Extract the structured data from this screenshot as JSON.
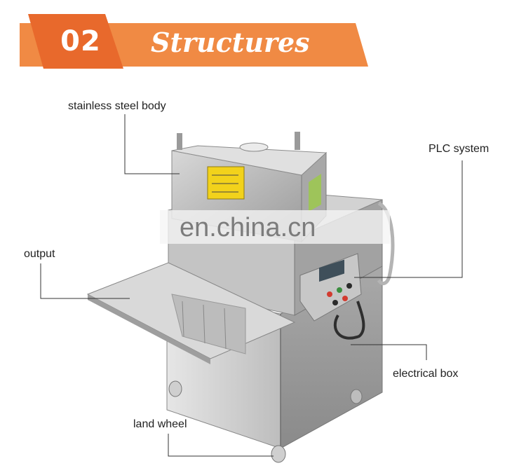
{
  "header": {
    "number": "02",
    "title": "Structures",
    "colors": {
      "dark_orange": "#e8692c",
      "light_orange": "#f08a44"
    }
  },
  "watermark": "en.china.cn",
  "callouts": {
    "body": "stainless steel body",
    "plc": "PLC system",
    "output": "output",
    "electrical": "electrical box",
    "wheel": "land wheel"
  },
  "product_image": {
    "subject": "stainless steel meat slicing machine"
  }
}
